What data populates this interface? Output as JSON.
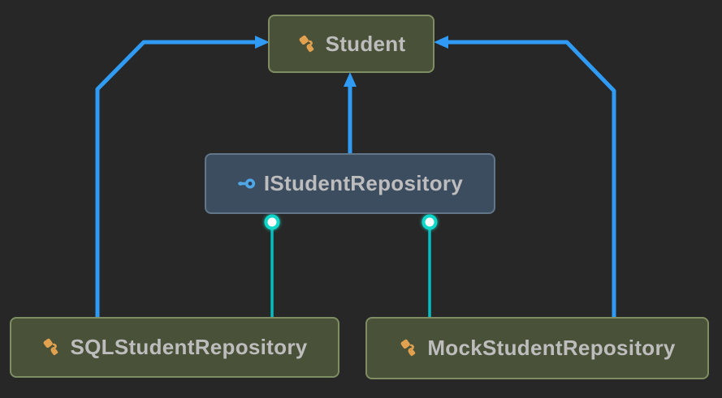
{
  "diagram": {
    "nodes": [
      {
        "id": "student",
        "label": "Student",
        "type": "class",
        "icon": "class-icon"
      },
      {
        "id": "istudent-repository",
        "label": "IStudentRepository",
        "type": "interface",
        "icon": "interface-icon"
      },
      {
        "id": "sql-student-repository",
        "label": "SQLStudentRepository",
        "type": "class",
        "icon": "class-icon"
      },
      {
        "id": "mock-student-repository",
        "label": "MockStudentRepository",
        "type": "class",
        "icon": "class-icon"
      }
    ],
    "edges": [
      {
        "from": "IStudentRepository",
        "to": "Student",
        "style": "solid-arrow",
        "color": "#2F9BF5"
      },
      {
        "from": "SQLStudentRepository",
        "to": "Student",
        "style": "solid-arrow",
        "color": "#2F9BF5"
      },
      {
        "from": "MockStudentRepository",
        "to": "Student",
        "style": "solid-arrow",
        "color": "#2F9BF5"
      },
      {
        "from": "SQLStudentRepository",
        "to": "IStudentRepository",
        "style": "lollipop-implementation",
        "color": "#00BFC2"
      },
      {
        "from": "MockStudentRepository",
        "to": "IStudentRepository",
        "style": "lollipop-implementation",
        "color": "#00BFC2"
      }
    ],
    "colors": {
      "background": "#272727",
      "class_fill": "#4A5139",
      "class_border": "#7E8E62",
      "interface_fill": "#3D4D60",
      "interface_border": "#617689",
      "label_text": "#BDBDBD",
      "edge_blue": "#2F9BF5",
      "edge_teal": "#00BFC2",
      "lollipop_ring": "#0FD6C9",
      "lollipop_fill": "#FFFFFF",
      "class_icon_orange": "#E2A14F",
      "interface_icon_blue": "#4FA7E8"
    }
  }
}
